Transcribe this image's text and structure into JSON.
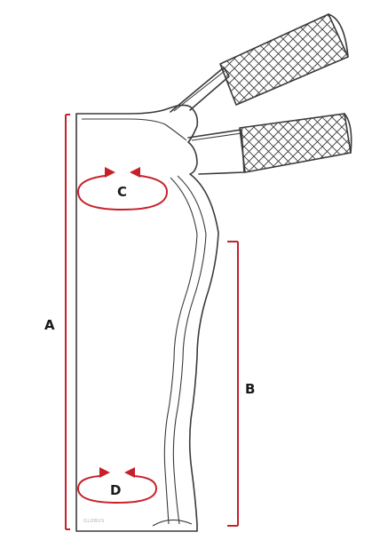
{
  "labels": {
    "a": "A",
    "b": "B",
    "c": "C",
    "d": "D"
  },
  "brand_text": "GLOBUS",
  "colors": {
    "accent": "#c8202a",
    "outline": "#3a3a3a"
  }
}
